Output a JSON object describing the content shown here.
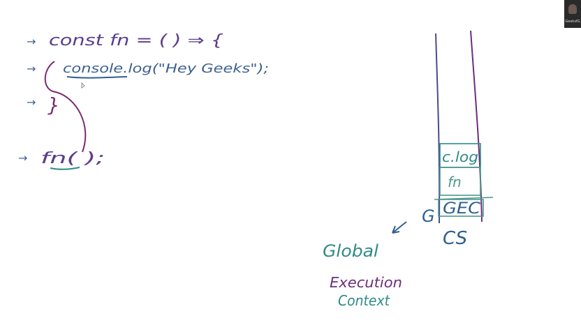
{
  "whiteboard": {
    "code_lines": [
      {
        "arrow": "→",
        "text": "const fn = ( ) ⇒ {",
        "color": "#5a3d8f"
      },
      {
        "arrow": "→",
        "text": "console.log(\"Hey Geeks\");",
        "color": "#3d5f8f"
      },
      {
        "arrow": "→",
        "text": "}",
        "color": "#7a2c6e"
      },
      {
        "arrow": "→",
        "text": "fn( );",
        "color": "#5a3d8f"
      }
    ],
    "call_stack": {
      "frames": [
        "c.log",
        "fn",
        "GEC"
      ],
      "left_marker": "G",
      "label": "CS"
    },
    "annotation": {
      "line1": "Global",
      "line2": "Execution",
      "line3": "Context"
    },
    "ink_colors": {
      "teal": "#2f8a8a",
      "purple": "#6b2f7a",
      "blue": "#2f5f8f",
      "green": "#4a9a8a"
    }
  },
  "participant": {
    "name": "GeeksfG"
  }
}
